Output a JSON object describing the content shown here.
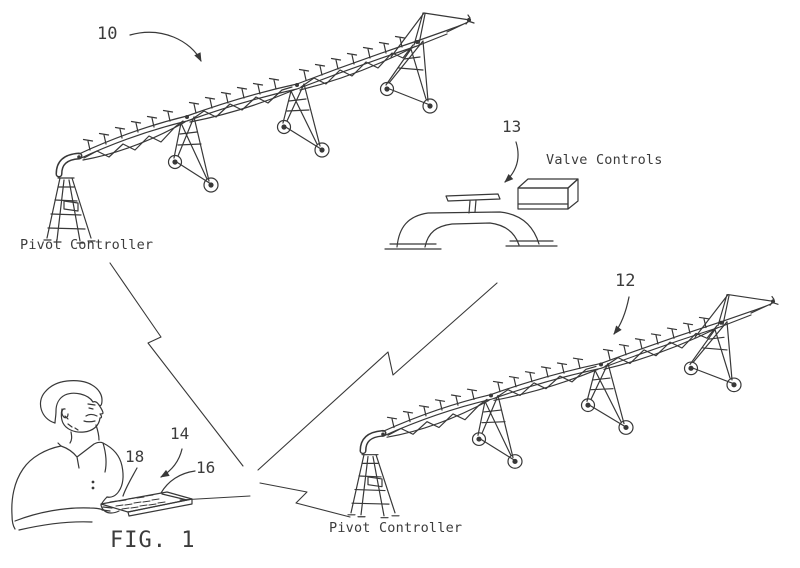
{
  "figure": {
    "caption": "FIG. 1",
    "labels": {
      "ref_10": "10",
      "ref_12": "12",
      "ref_13": "13",
      "ref_14": "14",
      "ref_16": "16",
      "ref_18": "18"
    },
    "annotations": {
      "valve_controls": "Valve Controls",
      "pivot_controller_left": "Pivot Controller",
      "pivot_controller_right": "Pivot Controller"
    },
    "colors": {
      "ink": "#383838",
      "paper": "#ffffff"
    }
  }
}
